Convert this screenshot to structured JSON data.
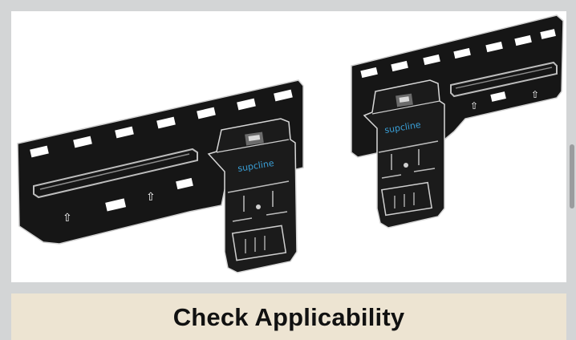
{
  "product": {
    "brand_left": "supcline",
    "brand_right": "supcline",
    "image_name": "tv-wall-mount-bracket-pair"
  },
  "banner": {
    "title": "Check Applicability"
  },
  "colors": {
    "page_bg": "#d3d5d6",
    "panel_bg": "#ffffff",
    "banner_bg": "#ede4d2",
    "plate": "#141414",
    "brand": "#3aa0d8"
  }
}
